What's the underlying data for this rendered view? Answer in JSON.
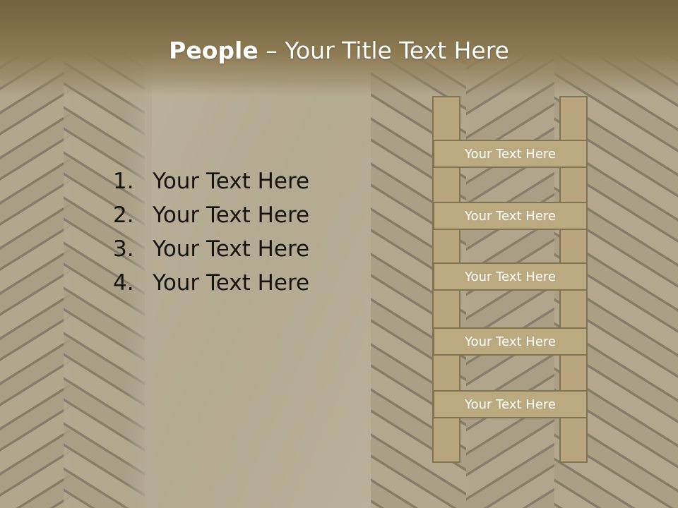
{
  "slide": {
    "title_bold": "People",
    "title_rest": " – Your Title Text Here",
    "list": [
      {
        "num": "1.",
        "text": "Your Text Here"
      },
      {
        "num": "2.",
        "text": "Your Text Here"
      },
      {
        "num": "3.",
        "text": "Your Text Here"
      },
      {
        "num": "4.",
        "text": "Your Text Here"
      }
    ],
    "ladder_steps": [
      "Your Text Here",
      "Your Text Here",
      "Your Text Here",
      "Your Text Here",
      "Your Text Here"
    ]
  },
  "colors": {
    "title_bar": "#8c7a52",
    "ladder_fill": "#bba97f",
    "ladder_border": "#80734f",
    "title_text": "#ffffff",
    "list_text": "#161410"
  }
}
